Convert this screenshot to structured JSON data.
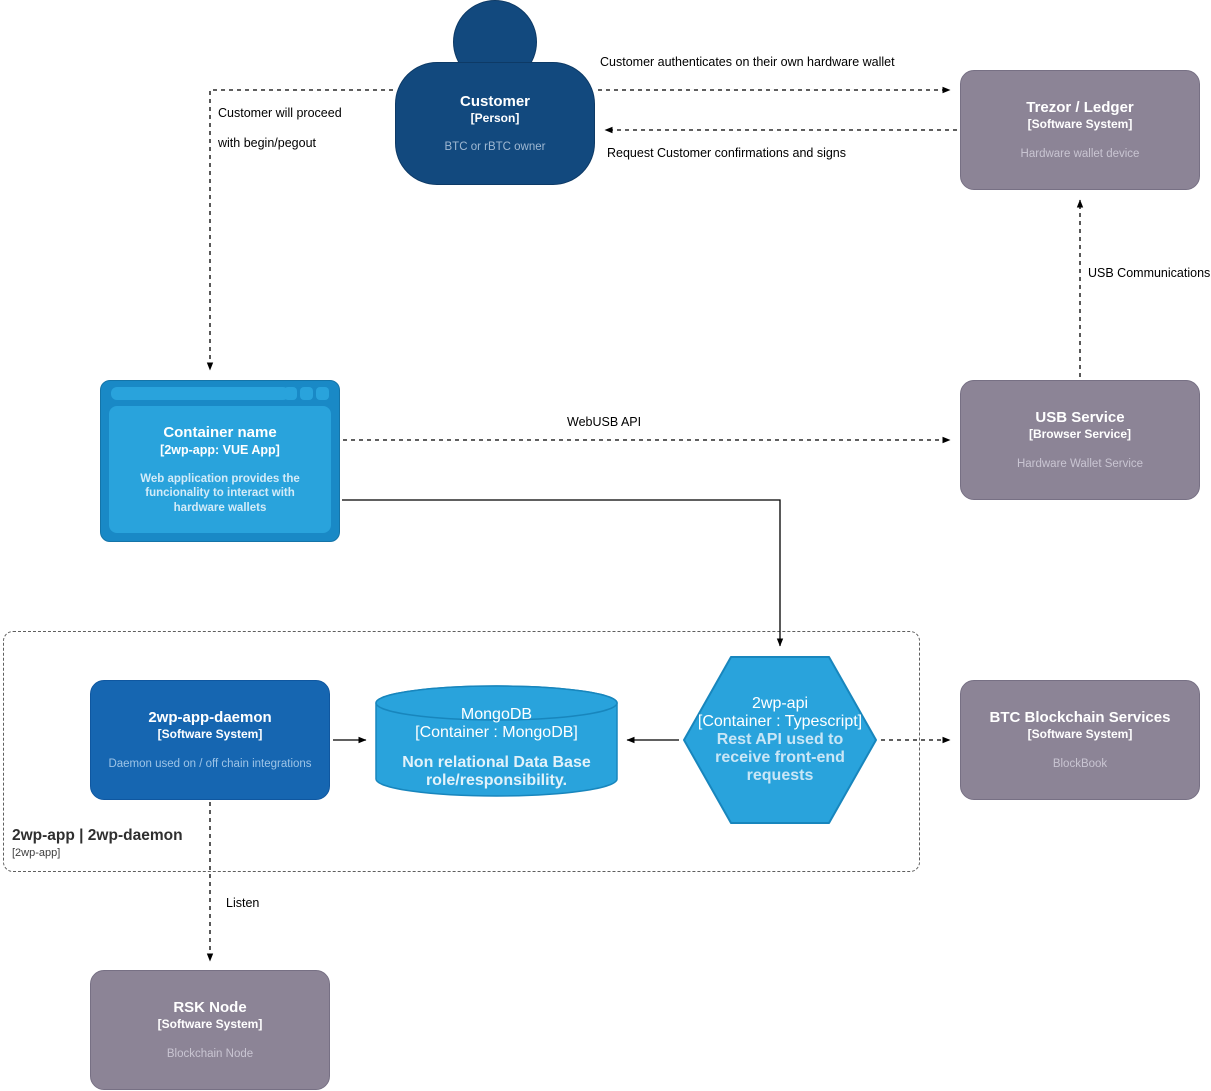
{
  "nodes": {
    "customer": {
      "title": "Customer",
      "subtitle": "[Person]",
      "description": "BTC or rBTC owner"
    },
    "trezor": {
      "title": "Trezor / Ledger",
      "subtitle": "[Software System]",
      "description": "Hardware wallet device"
    },
    "webapp": {
      "title": "Container name",
      "subtitle": "[2wp-app: VUE App]",
      "description": "Web application provides the funcionality to interact with hardware wallets"
    },
    "usb_service": {
      "title": "USB Service",
      "subtitle": "[Browser Service]",
      "description": "Hardware Wallet Service"
    },
    "daemon": {
      "title": "2wp-app-daemon",
      "subtitle": "[Software System]",
      "description": "Daemon used on / off chain integrations"
    },
    "mongodb": {
      "title": "MongoDB",
      "subtitle": "[Container : MongoDB]",
      "description": "Non relational Data Base role/responsibility."
    },
    "api": {
      "title": "2wp-api",
      "subtitle": "[Container : Typescript]",
      "description": "Rest API used to receive front-end requests"
    },
    "btc": {
      "title": "BTC Blockchain Services",
      "subtitle": "[Software System]",
      "description": "BlockBook"
    },
    "rsk": {
      "title": "RSK Node",
      "subtitle": "[Software System]",
      "description": "Blockchain Node"
    }
  },
  "boundary": {
    "title": "2wp-app | 2wp-daemon",
    "subtitle": "[2wp-app]"
  },
  "edges": {
    "customer_trezor": {
      "label": "Customer authenticates on their own hardware wallet",
      "style": "dashed"
    },
    "trezor_customer": {
      "label": "Request Customer confirmations and signs",
      "style": "dashed"
    },
    "customer_webapp": {
      "label_line1": "Customer will proceed",
      "label_line2": "with begin/pegout",
      "style": "dashed"
    },
    "usb_trezor": {
      "label": "USB Communications",
      "style": "dashed"
    },
    "webapp_usb": {
      "label": "WebUSB API",
      "style": "dashed"
    },
    "webapp_api": {
      "label": "",
      "style": "solid"
    },
    "daemon_mongodb": {
      "label": "",
      "style": "solid"
    },
    "api_mongodb": {
      "label": "",
      "style": "solid"
    },
    "api_btc": {
      "label": "",
      "style": "dashed"
    },
    "daemon_rsk": {
      "label": "Listen",
      "style": "dashed"
    }
  },
  "colors": {
    "person": "#12497E",
    "system_gray": "#8C8496",
    "container_blue": "#1666B1",
    "light_blue": "#29A3DC",
    "browser_frame": "#1989C6",
    "line": "#000000"
  }
}
